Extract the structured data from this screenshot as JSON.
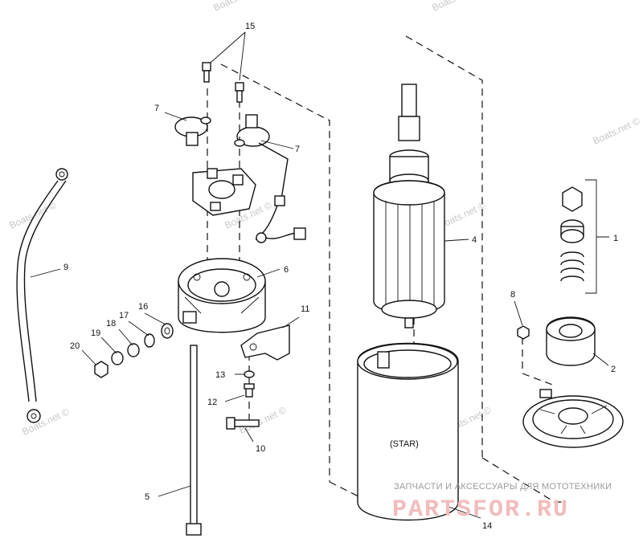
{
  "watermarks": [
    "Boats.net ©",
    "Boats.net ©",
    "Boats.net ©",
    "Boats.net ©",
    "Boats.net ©",
    "Boats.net ©",
    "Boats.net ©",
    "Boats.net ©",
    "Boats.net ©"
  ],
  "callouts": {
    "c1": "1",
    "c2": "2",
    "c4": "4",
    "c5": "5",
    "c6": "6",
    "c7a": "7",
    "c7b": "7",
    "c8": "8",
    "c9": "9",
    "c10": "10",
    "c11": "11",
    "c12": "12",
    "c13": "13",
    "c14": "14",
    "c15": "15",
    "c16": "16",
    "c17": "17",
    "c18": "18",
    "c19": "19",
    "c20": "20"
  },
  "housing_label": "(STAR)",
  "banner": {
    "subtitle": "ЗАПЧАСТИ И АКСЕССУАРЫ ДЛЯ МОТОТЕХНИКИ",
    "logo": "PARTSFOR.RU"
  }
}
